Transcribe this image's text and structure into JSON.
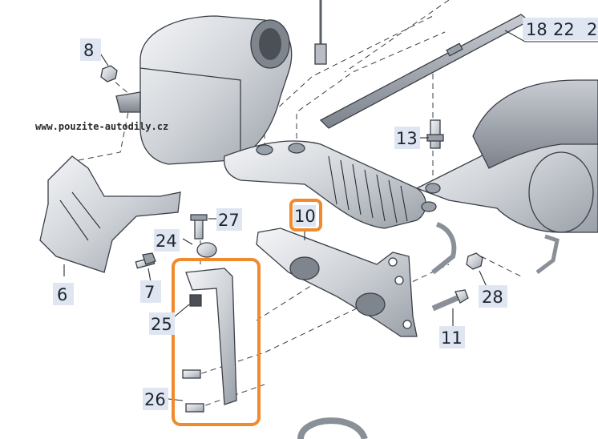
{
  "watermark": "www.pouzite-autodily.cz",
  "highlight_color": "#f08a2c",
  "callout_color": "#dfe6f2",
  "callouts": {
    "c8": "8",
    "c13": "13",
    "c18": "18",
    "c22": "22",
    "c2x": "2",
    "c27": "27",
    "c24": "24",
    "c10": "10",
    "c6": "6",
    "c7": "7",
    "c25": "25",
    "c28": "28",
    "c11": "11",
    "c26": "26"
  }
}
